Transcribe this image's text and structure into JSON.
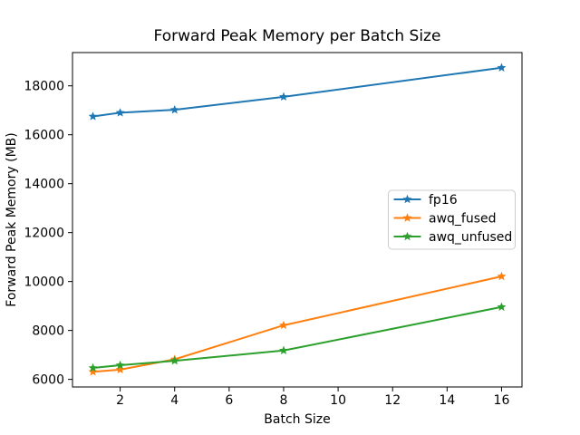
{
  "chart_data": {
    "type": "line",
    "title": "Forward Peak Memory per Batch Size",
    "xlabel": "Batch Size",
    "ylabel": "Forward Peak Memory (MB)",
    "x": [
      1,
      2,
      4,
      8,
      16
    ],
    "series": [
      {
        "name": "fp16",
        "color": "#1f77b4",
        "values": [
          16750,
          16900,
          17020,
          17550,
          18740
        ]
      },
      {
        "name": "awq_fused",
        "color": "#ff7f0e",
        "values": [
          6310,
          6400,
          6820,
          8210,
          10210
        ]
      },
      {
        "name": "awq_unfused",
        "color": "#2ca02c",
        "values": [
          6470,
          6580,
          6760,
          7180,
          8960
        ]
      }
    ],
    "xticks": [
      2,
      4,
      6,
      8,
      10,
      12,
      14,
      16
    ],
    "yticks": [
      6000,
      8000,
      10000,
      12000,
      14000,
      16000,
      18000
    ],
    "xlim": [
      0.25,
      16.75
    ],
    "ylim": [
      5690,
      19360
    ],
    "marker": "star",
    "grid": false,
    "legend_position": "center right",
    "background_color": "#ffffff",
    "spine_color": "#000000",
    "legend_border_color": "#cccccc"
  }
}
